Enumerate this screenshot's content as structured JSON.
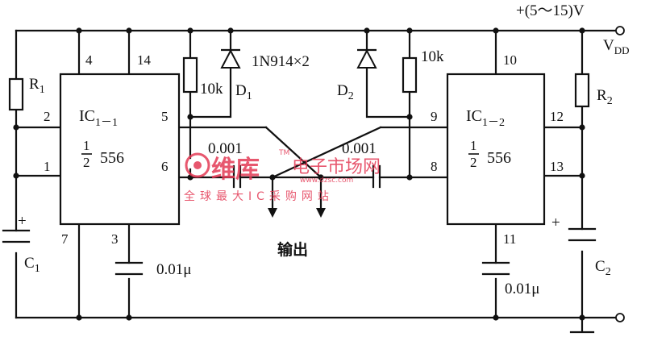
{
  "supply": {
    "label": "+(5～15)V",
    "vdd": "V",
    "vdd_sub": "DD"
  },
  "ic1": {
    "name": "IC",
    "sub": "1－1",
    "frac_num": "1",
    "frac_den": "2",
    "part": "556",
    "pins": {
      "p4": "4",
      "p14": "14",
      "p2": "2",
      "p1": "1",
      "p5": "5",
      "p6": "6",
      "p7": "7",
      "p3": "3"
    }
  },
  "ic2": {
    "name": "IC",
    "sub": "1－2",
    "frac_num": "1",
    "frac_den": "2",
    "part": "556",
    "pins": {
      "p10": "10",
      "p9": "9",
      "p8": "8",
      "p12": "12",
      "p13": "13",
      "p11": "11"
    }
  },
  "components": {
    "r1": {
      "name": "R",
      "sub": "1"
    },
    "r2": {
      "name": "R",
      "sub": "2"
    },
    "c1": {
      "name": "C",
      "sub": "1",
      "polarity": "+"
    },
    "c2": {
      "name": "C",
      "sub": "2",
      "polarity": "+"
    },
    "d1": {
      "name": "D",
      "sub": "1"
    },
    "d2": {
      "name": "D",
      "sub": "2"
    },
    "diode_part": "1N914×2",
    "res_left": "10k",
    "res_right": "10k",
    "cap_left": "0.001",
    "cap_right": "0.001",
    "cap_bottom_left": "0.01μ",
    "cap_bottom_right": "0.01μ"
  },
  "output_label": "输出",
  "watermark": {
    "brand": "维库",
    "site_cn": "电子市场网",
    "site_url": "www.dzsc.com",
    "slogan": "全球最大IC采购网站",
    "tm": "TM"
  }
}
